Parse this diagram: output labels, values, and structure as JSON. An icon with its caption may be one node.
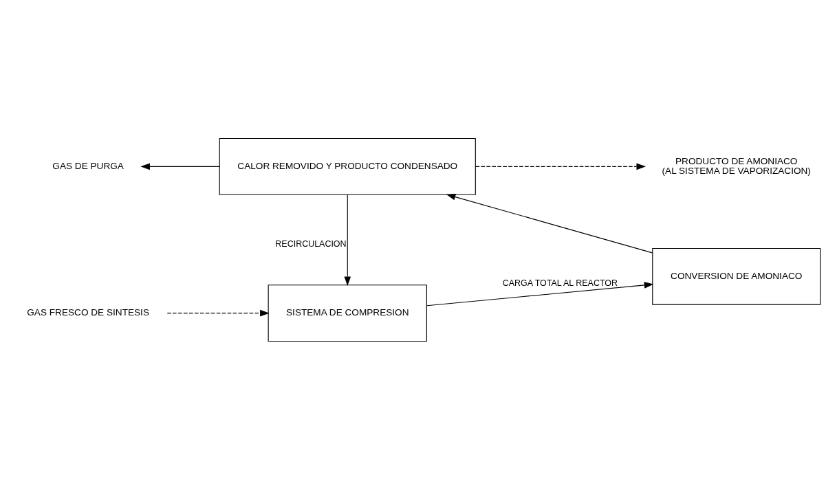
{
  "diagram": {
    "nodes": [
      {
        "text": [
          "GAS FRESCO DE SINTESIS"
        ]
      },
      {
        "text": [
          "SISTEMA DE COMPRESION"
        ]
      },
      {
        "text": [
          "CONVERSION DE AMONIACO"
        ]
      },
      {
        "text": [
          "CALOR REMOVIDO Y PRODUCTO CONDENSADO"
        ]
      },
      {
        "text": [
          "GAS DE PURGA"
        ]
      },
      {
        "text": [
          "PRODUCTO DE AMONIACO",
          "(AL SISTEMA DE VAPORIZACION)"
        ]
      }
    ],
    "edges": [
      {
        "from": 0,
        "to": 1,
        "arrow": "to",
        "style": "dashed"
      },
      {
        "from": 1,
        "to": 2,
        "arrow": "to",
        "label": "CARGA TOTAL AL REACTOR"
      },
      {
        "from": 2,
        "to": 3,
        "arrow": "to"
      },
      {
        "from": 3,
        "to": 4,
        "arrow": "to"
      },
      {
        "from": 3,
        "to": 1,
        "arrow": "to",
        "label": "RECIRCULACION"
      },
      {
        "from": 3,
        "to": 5,
        "arrow": "to",
        "style": "dashed"
      }
    ]
  }
}
